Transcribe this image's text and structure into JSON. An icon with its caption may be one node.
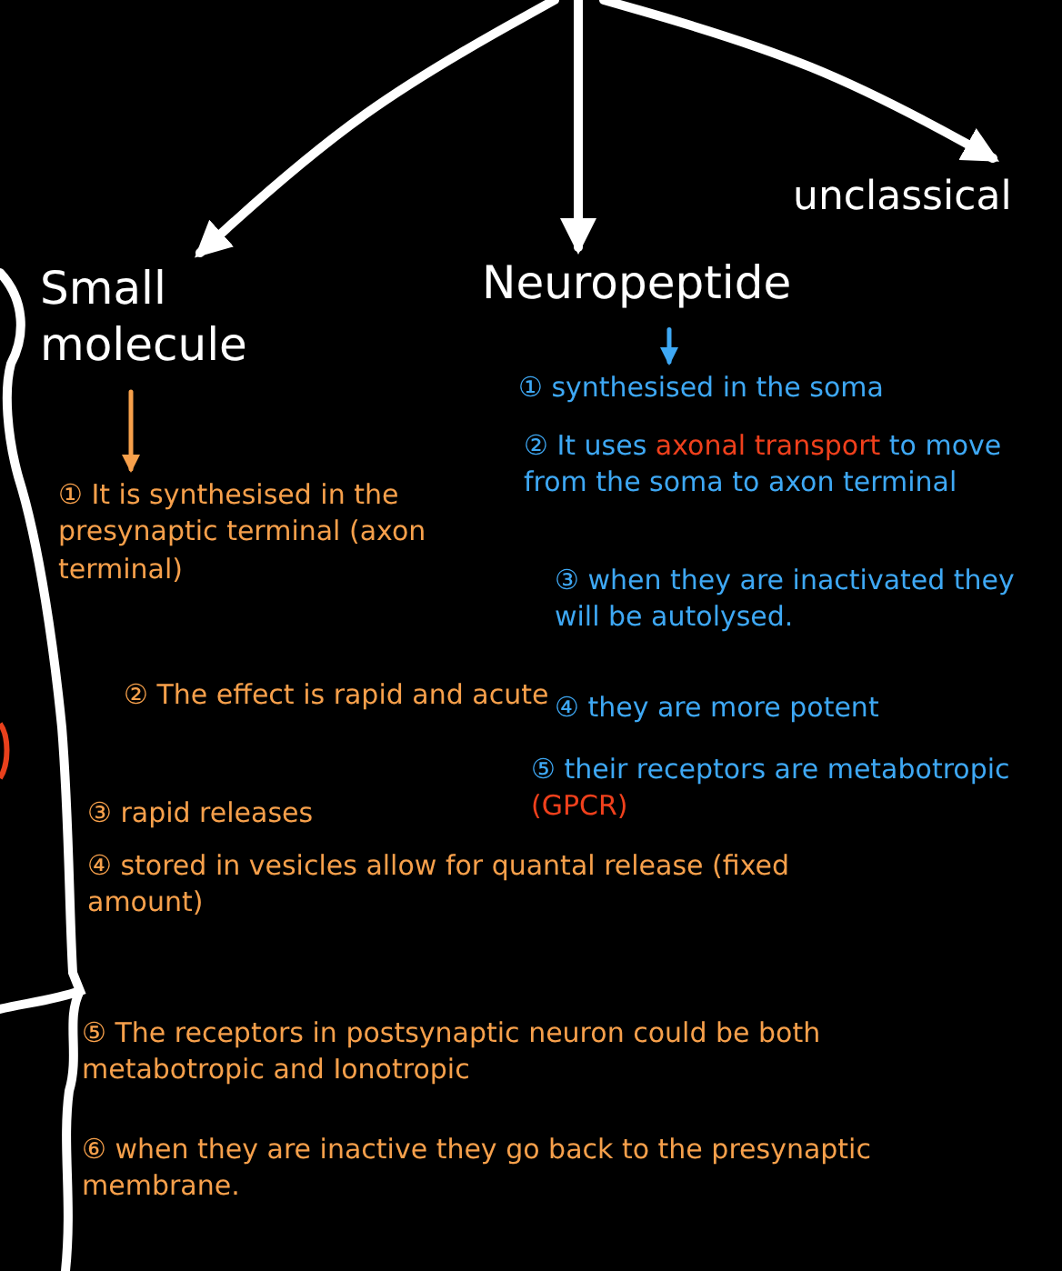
{
  "diagram": {
    "nodes": [
      {
        "text": [
          "Small molecule"
        ]
      },
      {
        "text": [
          "Neuropeptide"
        ]
      },
      {
        "text": [
          "unclassical"
        ]
      },
      {
        "text": [
          "① It is synthesised in the presynaptic terminal (axon terminal)",
          "② The effect is rapid and acute",
          "③ rapid releases",
          "④ stored in vesicles allow for quantal release (fixed amount)",
          "⑤ The receptors in postsynaptic neuron could be both metabotropic and Ionotropic",
          "⑥ when they are inactive they go back to the presynaptic membrane."
        ]
      },
      {
        "text": [
          "① synthesised in the soma",
          "② It uses **axonal transport** to move from the soma to axon terminal",
          "③ when they are inactivated they will be autolysed.",
          "④ they are more potent",
          "⑤ their receptors are metabotropic **(GPCR)**"
        ]
      }
    ],
    "edges": [
      {
        "from": null,
        "to": 0,
        "arrow": "to"
      },
      {
        "from": null,
        "to": 1,
        "arrow": "to"
      },
      {
        "from": null,
        "to": 2,
        "arrow": "to"
      },
      {
        "from": 0,
        "to": 3,
        "arrow": "to",
        "color": "#f7a04b"
      },
      {
        "from": 1,
        "to": 4,
        "arrow": "to",
        "color": "#3ea8f4"
      }
    ]
  }
}
